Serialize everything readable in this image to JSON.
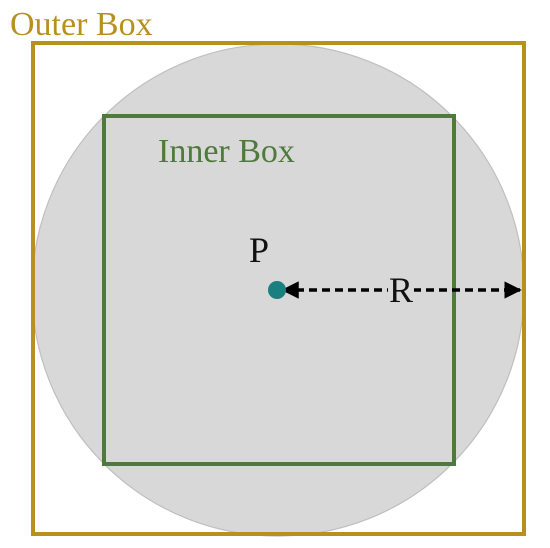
{
  "labels": {
    "outer_box": "Outer Box",
    "inner_box": "Inner Box",
    "point": "P",
    "radius": "R"
  },
  "colors": {
    "outer_box": "#b8901e",
    "inner_box": "#4e7a3c",
    "circle_fill": "#d8d8d8",
    "circle_stroke": "#bfbfbf",
    "point": "#1a7f7f",
    "arrow": "#000000"
  }
}
